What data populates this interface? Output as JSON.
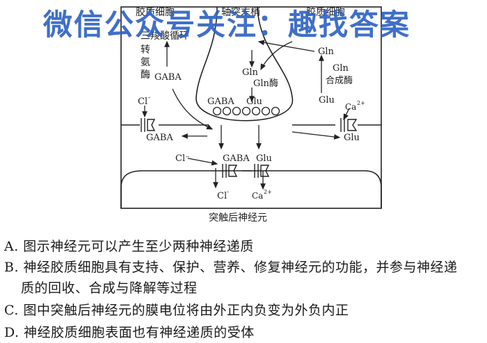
{
  "watermark": "微信公众号关注：趣找答案",
  "figure": {
    "top_labels": {
      "glia_left": "胶质细胞",
      "axon_terminal": "轴突末梢",
      "glia_right": "胶质细胞"
    },
    "tca_cycle": "三羧酸循环",
    "transaminase": [
      "转",
      "氨",
      "酶"
    ],
    "gaba": "GABA",
    "glu": "Glu",
    "gln": "Gln",
    "gln_enzyme": "Gln酶",
    "gln_synthase": [
      "Gln",
      "合成酶"
    ],
    "cl": "Cl",
    "cl_minus": "Cl⁻",
    "ca": "Ca",
    "superscript_minus": "-",
    "superscript_ca": "2+",
    "caption": "突触后神经元"
  },
  "options": [
    "A. 图示神经元可以产生至少两种神经递质",
    "B. 神经胶质细胞具有支持、保护、营养、修复神经元的功能，并参与神经递",
    "质的回收、合成与降解等过程",
    "C. 图中突触后神经元的膜电位将由外正内负变为外负内正",
    "D. 神经胶质细胞表面也有神经递质的受体"
  ]
}
